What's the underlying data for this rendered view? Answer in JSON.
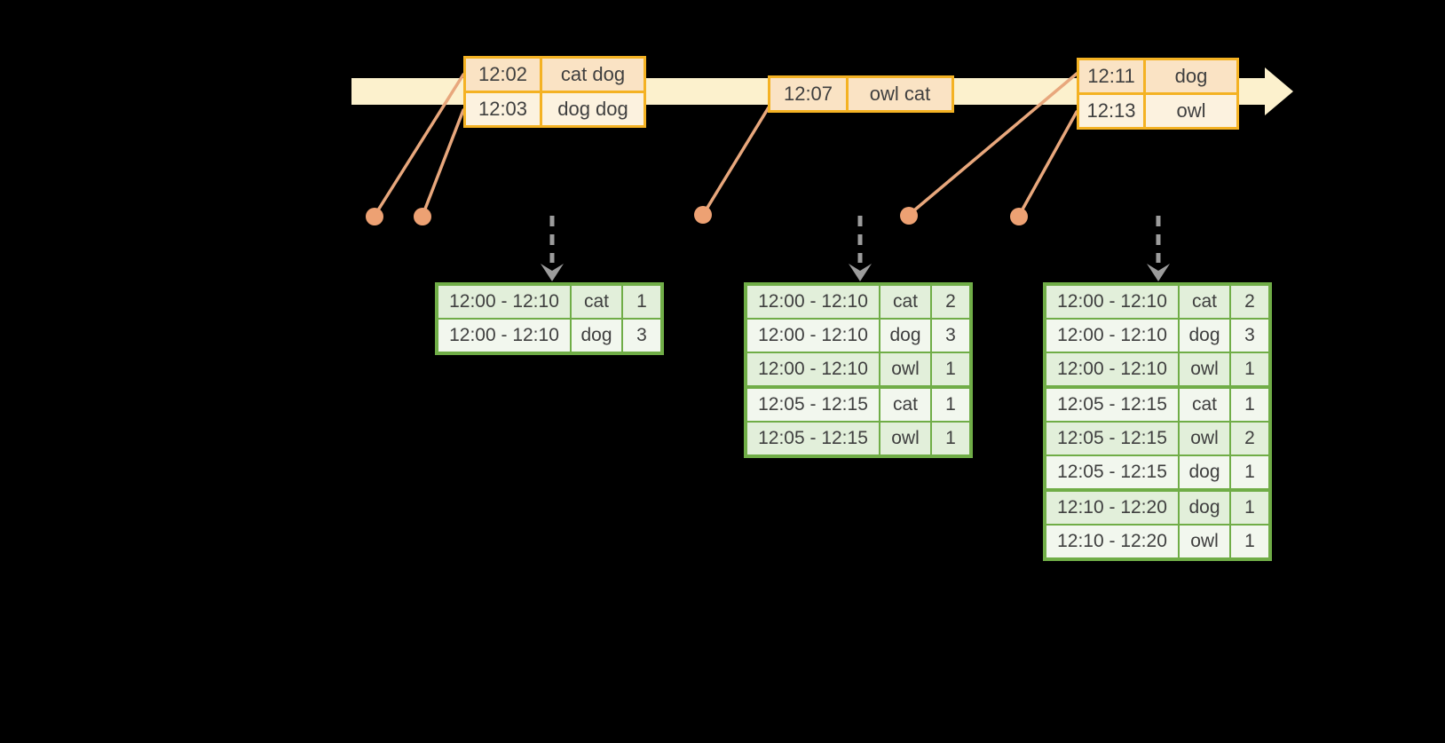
{
  "timeline": {
    "events": [
      {
        "rows": [
          {
            "time": "12:02",
            "words": "cat dog"
          },
          {
            "time": "12:03",
            "words": "dog dog"
          }
        ]
      },
      {
        "rows": [
          {
            "time": "12:07",
            "words": "owl cat"
          }
        ]
      },
      {
        "rows": [
          {
            "time": "12:11",
            "words": "dog"
          },
          {
            "time": "12:13",
            "words": "owl"
          }
        ]
      }
    ]
  },
  "tables": [
    {
      "rows": [
        [
          "12:00 - 12:10",
          "cat",
          "1"
        ],
        [
          "12:00 - 12:10",
          "dog",
          "3"
        ]
      ]
    },
    {
      "rows": [
        [
          "12:00 - 12:10",
          "cat",
          "2"
        ],
        [
          "12:00 - 12:10",
          "dog",
          "3"
        ],
        [
          "12:00 - 12:10",
          "owl",
          "1"
        ],
        [
          "12:05 - 12:15",
          "cat",
          "1"
        ],
        [
          "12:05 - 12:15",
          "owl",
          "1"
        ]
      ]
    },
    {
      "rows": [
        [
          "12:00 - 12:10",
          "cat",
          "2"
        ],
        [
          "12:00 - 12:10",
          "dog",
          "3"
        ],
        [
          "12:00 - 12:10",
          "owl",
          "1"
        ],
        [
          "12:05 - 12:15",
          "cat",
          "1"
        ],
        [
          "12:05 - 12:15",
          "owl",
          "2"
        ],
        [
          "12:05 - 12:15",
          "dog",
          "1"
        ],
        [
          "12:10 - 12:20",
          "dog",
          "1"
        ],
        [
          "12:10 - 12:20",
          "owl",
          "1"
        ]
      ]
    }
  ],
  "colors": {
    "background": "#000000",
    "timeline_band": "#FCF1CD",
    "event_border": "#F4B223",
    "event_row_peach": "#FAE3C4",
    "event_row_cream": "#FCF2DF",
    "connector_line": "#E8A77C",
    "event_dot": "#EDA173",
    "trigger_arrow": "#9C9C9C",
    "table_border": "#70AD47",
    "table_row_dark": "#E2EFDA",
    "table_row_light": "#F2F7EE",
    "text": "#3F3F3F"
  }
}
